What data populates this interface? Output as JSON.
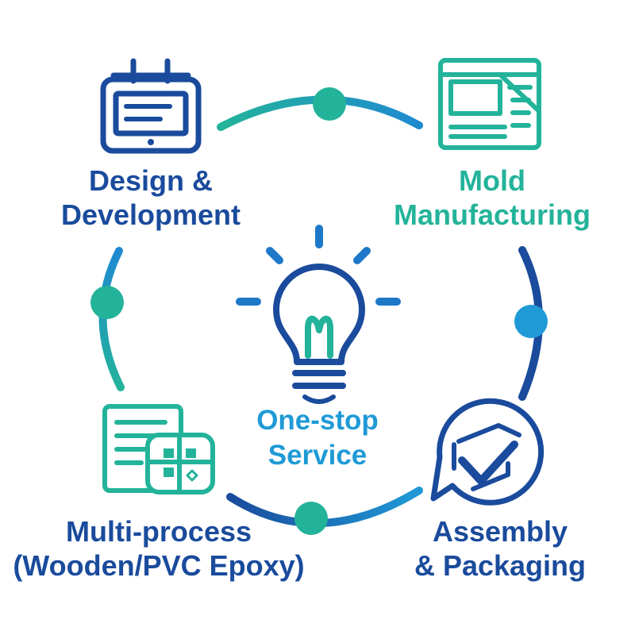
{
  "center": {
    "line1": "One-stop",
    "line2": "Service",
    "icon": "lightbulb-icon"
  },
  "steps": [
    {
      "line1": "Design &",
      "line2": "Development",
      "icon": "tablet-design-icon"
    },
    {
      "line1": "Mold",
      "line2": "Manufacturing",
      "icon": "mold-blueprint-icon"
    },
    {
      "line1": "Multi-process",
      "line2": "(Wooden/PVC Epoxy)",
      "icon": "document-puzzle-icon"
    },
    {
      "line1": "Assembly",
      "line2": "& Packaging",
      "icon": "box-checkmark-icon"
    }
  ],
  "colors": {
    "navy": "#1a4b9c",
    "teal": "#23b39a",
    "sky": "#1f9ad6",
    "mid_blue": "#1e78c8",
    "background": "#ffffff"
  }
}
